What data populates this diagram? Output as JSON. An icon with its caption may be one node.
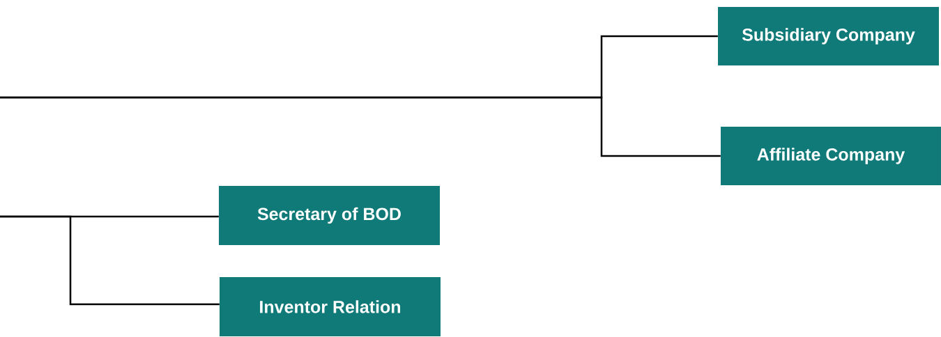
{
  "diagram": {
    "nodes": [
      {
        "text": [
          "Subsidiary Company"
        ]
      },
      {
        "text": [
          "Affiliate Company"
        ]
      },
      {
        "text": [
          "Secretary of BOD"
        ]
      },
      {
        "text": [
          "Inventor Relation"
        ]
      }
    ],
    "edges": [
      {
        "from": null,
        "to": 0,
        "arrow": "none"
      },
      {
        "from": null,
        "to": 1,
        "arrow": "none"
      },
      {
        "from": null,
        "to": 2,
        "arrow": "none"
      },
      {
        "from": null,
        "to": 3,
        "arrow": "none"
      }
    ]
  }
}
